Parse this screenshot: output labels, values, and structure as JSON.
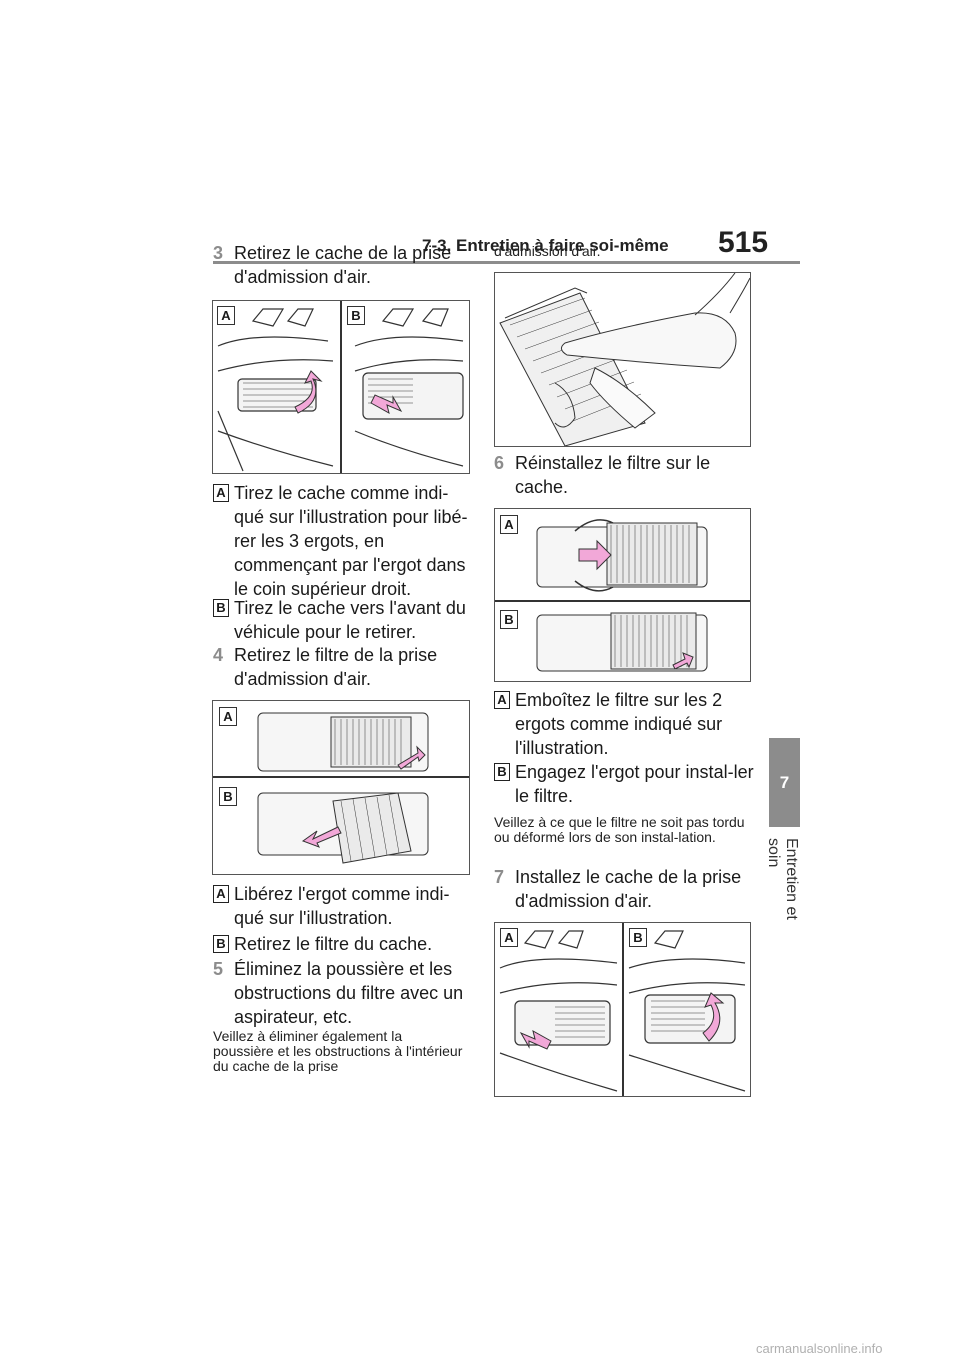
{
  "header": {
    "section_title": "7-3. Entretien à faire soi-même",
    "page_number": "515"
  },
  "side_tab": {
    "chapter_number": "7",
    "chapter_title": "Entretien et soin"
  },
  "left_column": {
    "step3": {
      "number": "3",
      "text": "Retirez le cache de la prise d'admission d'air."
    },
    "fig1": {
      "label_a": "A",
      "label_b": "B"
    },
    "step3_a": {
      "badge": "A",
      "text": "Tirez le cache comme indi-qué sur l'illustration pour libé-rer les 3 ergots, en commençant par l'ergot dans le coin supérieur droit."
    },
    "step3_b": {
      "badge": "B",
      "text": "Tirez le cache vers l'avant du véhicule pour le retirer."
    },
    "step4": {
      "number": "4",
      "text": "Retirez le filtre de la prise d'admission d'air."
    },
    "fig2": {
      "label_a": "A",
      "label_b": "B"
    },
    "step4_a": {
      "badge": "A",
      "text": "Libérez l'ergot comme indi-qué sur l'illustration."
    },
    "step4_b": {
      "badge": "B",
      "text": "Retirez le filtre du cache."
    },
    "step5": {
      "number": "5",
      "text": "Éliminez la poussière et les obstructions du filtre avec un aspirateur, etc."
    },
    "note5": "Veillez à éliminer également la poussière et les obstructions à l'intérieur du cache de la prise"
  },
  "right_column": {
    "note5_cont": "d'admission d'air.",
    "step6": {
      "number": "6",
      "text": "Réinstallez le filtre sur le cache."
    },
    "fig4": {
      "label_a": "A",
      "label_b": "B"
    },
    "step6_a": {
      "badge": "A",
      "text": "Emboîtez le filtre sur les 2 ergots comme indiqué sur l'illustration."
    },
    "step6_b": {
      "badge": "B",
      "text": "Engagez l'ergot pour instal-ler le filtre."
    },
    "note6": "Veillez à ce que le filtre ne soit pas tordu ou déformé lors de son instal-lation.",
    "step7": {
      "number": "7",
      "text": "Installez le cache de la prise d'admission d'air."
    },
    "fig5": {
      "label_a": "A",
      "label_b": "B"
    }
  },
  "footer": {
    "watermark": "carmanualsonline.info"
  },
  "colors": {
    "accent_gray": "#8c8c8c",
    "arrow_pink": "#f2a8d8"
  }
}
